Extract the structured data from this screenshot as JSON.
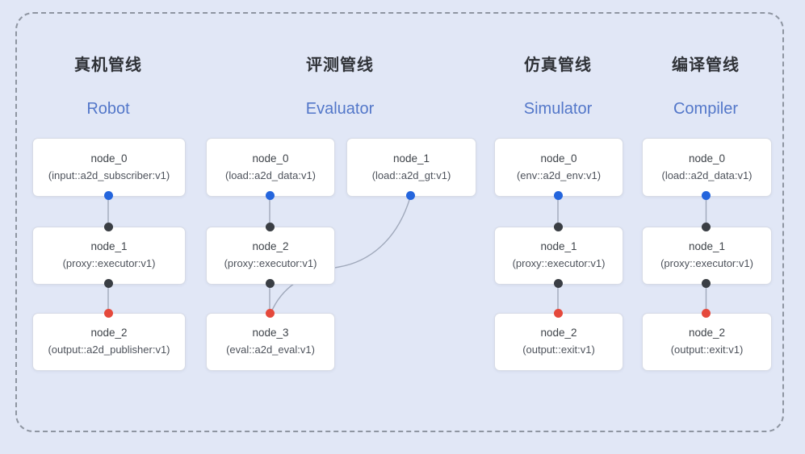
{
  "colors": {
    "background": "#e1e7f6",
    "frame_dash": "#8e95a1",
    "node_bg": "#ffffff",
    "node_border": "#d7dbe6",
    "node_label": "#3e4349",
    "node_type": "#4d525b",
    "title_zh": "#2f3237",
    "title_en": "#5377c9",
    "edge": "#a0a9bb",
    "port_input": "#2465dd",
    "port_internal": "#3a3e44",
    "port_output": "#e5493c"
  },
  "pipelines": [
    {
      "title_zh": "真机管线",
      "title_en": "Robot",
      "nodes": [
        {
          "label": "node_0",
          "type": "(input::a2d_subscriber:v1)"
        },
        {
          "label": "node_1",
          "type": "(proxy::executor:v1)"
        },
        {
          "label": "node_2",
          "type": "(output::a2d_publisher:v1)"
        }
      ],
      "connections": [
        "node_0->node_1",
        "node_1->node_2"
      ]
    },
    {
      "title_zh": "评测管线",
      "title_en": "Evaluator",
      "nodes": [
        {
          "label": "node_0",
          "type": "(load::a2d_data:v1)"
        },
        {
          "label": "node_1",
          "type": "(load::a2d_gt:v1)"
        },
        {
          "label": "node_2",
          "type": "(proxy::executor:v1)"
        },
        {
          "label": "node_3",
          "type": "(eval::a2d_eval:v1)"
        }
      ],
      "connections": [
        "node_0->node_2",
        "node_1->node_3",
        "node_2->node_3"
      ]
    },
    {
      "title_zh": "仿真管线",
      "title_en": "Simulator",
      "nodes": [
        {
          "label": "node_0",
          "type": "(env::a2d_env:v1)"
        },
        {
          "label": "node_1",
          "type": "(proxy::executor:v1)"
        },
        {
          "label": "node_2",
          "type": "(output::exit:v1)"
        }
      ],
      "connections": [
        "node_0->node_1",
        "node_1->node_2"
      ]
    },
    {
      "title_zh": "编译管线",
      "title_en": "Compiler",
      "nodes": [
        {
          "label": "node_0",
          "type": "(load::a2d_data:v1)"
        },
        {
          "label": "node_1",
          "type": "(proxy::executor:v1)"
        },
        {
          "label": "node_2",
          "type": "(output::exit:v1)"
        }
      ],
      "connections": [
        "node_0->node_1",
        "node_1->node_2"
      ]
    }
  ]
}
